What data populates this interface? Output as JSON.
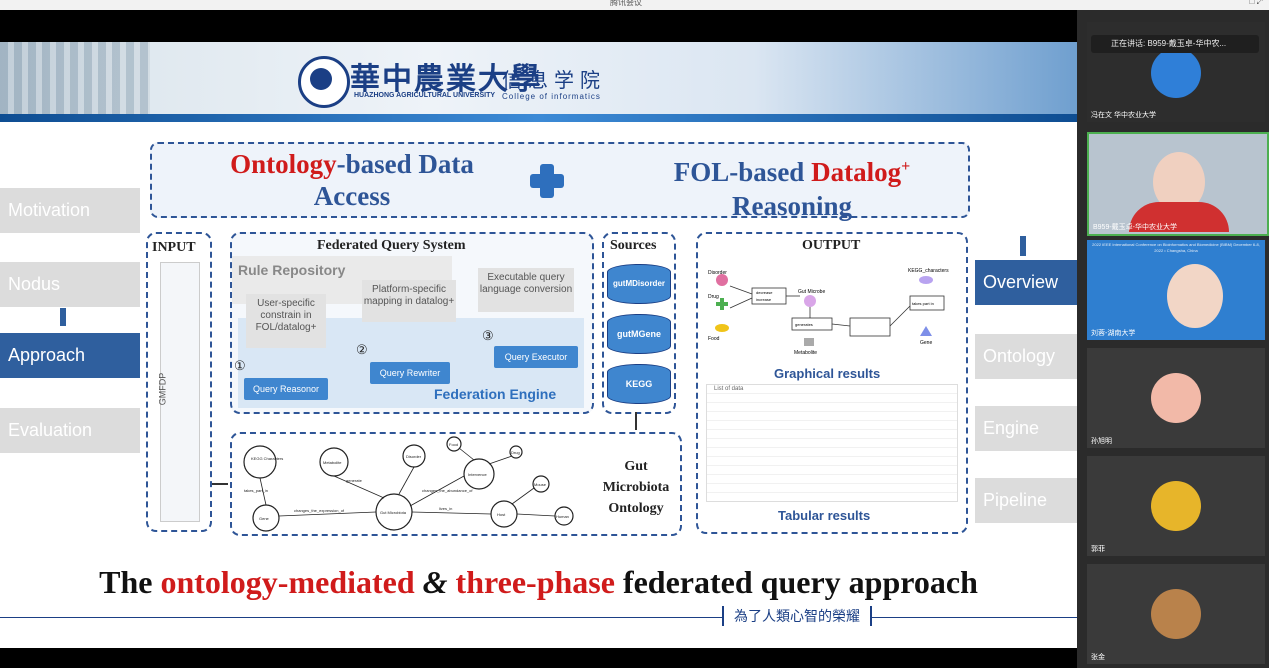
{
  "window": {
    "title": "腾讯会议",
    "corner": "□  ⤢"
  },
  "slide": {
    "header": {
      "uni_cn": "華中農業大學",
      "uni_en": "HUAZHONG AGRICULTURAL UNIVERSITY",
      "college_cn": "信息学院",
      "college_en": "College of informatics"
    },
    "banner": {
      "left_red": "Ontology",
      "left_rest": "-based Data Access",
      "right_blue": "FOL-based ",
      "right_red": "Datalog",
      "right_sup": "+",
      "right_rest": "Reasoning"
    },
    "left_nav": [
      "Motivation",
      "Nodus",
      "Approach",
      "Evaluation"
    ],
    "right_nav": [
      "Overview",
      "Ontology",
      "Engine",
      "Pipeline"
    ],
    "input_title": "INPUT",
    "input_label": "GMFDP",
    "fqs": {
      "title": "Federated Query System",
      "rule_repo": "Rule Repository",
      "user_specific": "User-specific constrain in FOL/datalog+",
      "platform_specific": "Platform-specific mapping in datalog+",
      "executable": "Executable query language conversion",
      "n1": "①",
      "n2": "②",
      "n3": "③",
      "reasonor": "Query Reasonor",
      "rewriter": "Query Rewriter",
      "executor": "Query Executor",
      "engine": "Federation Engine"
    },
    "sources": {
      "title": "Sources",
      "items": [
        "gutMDisorder",
        "gutMGene",
        "KEGG"
      ]
    },
    "output": {
      "title": "OUTPUT",
      "graphical": "Graphical results",
      "tabular": "Tabular results",
      "list_title": "List of data",
      "nodes": [
        "Disorder",
        "Drug",
        "Food",
        "Gut Microbe",
        "Metabolite",
        "Gene",
        "KEGG_characters"
      ],
      "edges": [
        "decrease",
        "increase",
        "generates",
        "takes part in"
      ]
    },
    "ontology": {
      "title": "Gut Microbiota Ontology",
      "nodes": [
        "KEGG Characters",
        "Metabolite",
        "Disorder",
        "Food",
        "Drug",
        "Intervence",
        "Mouse",
        "Gene",
        "Gut Microbiota",
        "Host",
        "Human"
      ],
      "edges": [
        "generate",
        "changes_the_expression_of",
        "changes_the_abundance_of",
        "takes_part_in",
        "lives_in"
      ]
    },
    "bottom_title_a": "The ",
    "bottom_title_red1": "ontology-mediated",
    "bottom_title_amp": " & ",
    "bottom_title_red2": "three-phase",
    "bottom_title_b": " federated query approach",
    "motto": "為了人類心智的榮耀"
  },
  "participants": {
    "speaking": "正在讲话: B959-戴玉卓-华中农...",
    "tiles": [
      {
        "name": "冯在文 华中农业大学"
      },
      {
        "name": "B959-戴玉卓-华中农业大学"
      },
      {
        "name": "刘蓉-湖南大学"
      },
      {
        "name": "孙旭明"
      },
      {
        "name": "郭菲"
      },
      {
        "name": "张金"
      }
    ],
    "conf_banner": "2022 IEEE International Conference on Bioinformatics and Biomedicine (BIBM) December 6-8, 2022 • Changsha, China"
  }
}
